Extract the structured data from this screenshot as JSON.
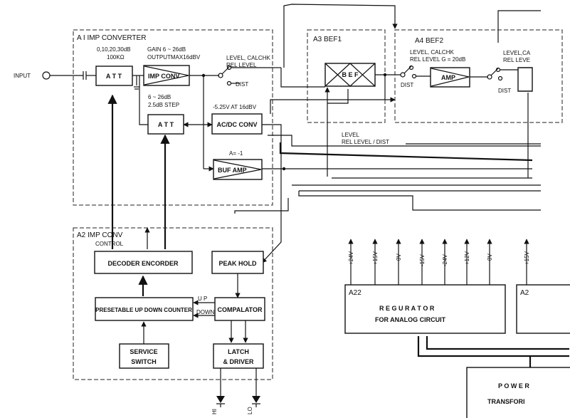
{
  "input": {
    "label": "INPUT"
  },
  "a1": {
    "title": "A I  IMP CONVERTER",
    "att_spec_1": "0,10,20,30dB",
    "att_spec_2": "100KΩ",
    "att_label": "A T T",
    "gain_spec_1": "GAIN 6 ~ 26dB",
    "gain_spec_2": "OUTPUTMAX16dBV",
    "imp_conv_label": "IMP CONV",
    "switch_top_1": "LEVEL, CALCHK",
    "switch_top_2": "REL  LEVEL",
    "switch_bottom": "DIST",
    "att2_spec_1": "6 ~ 26dB",
    "att2_spec_2": "2.5dB  STEP",
    "att2_label": "A T T",
    "acdc_spec": "-5.25V  AT 16dBV",
    "acdc_label": "AC/DC CONV",
    "buf_spec": "A= -1",
    "buf_label": "BUF AMP"
  },
  "a3": {
    "title": "A3  BEF1",
    "bef_label": "B E F",
    "level_line_1": "LEVEL",
    "level_line_2": "REL LEVEL / DIST"
  },
  "a4": {
    "title": "A4  BEF2",
    "switch_top_1": "LEVEL, CALCHK",
    "switch_top_2": "REL  LEVEL   G = 20dB",
    "amp_label": "AMP",
    "switch_bottom": "DIST",
    "right_switch_top_1": "LEVEL,CA",
    "right_switch_top_2": "REL LEVE",
    "right_switch_bottom": "DIST"
  },
  "a2": {
    "title_1": "A2  IMP CONV",
    "title_2": "CONTROL",
    "decoder_label": "DECODER  ENCORDER",
    "peak_hold_label": "PEAK HOLD",
    "counter_label": "PRESETABLE UP DOWN COUNTER",
    "up_label": "U P",
    "down_label": "DOWN",
    "compalator_label": "COMPALATOR",
    "service_label_1": "SERVICE",
    "service_label_2": "SWITCH",
    "latch_label_1": "LATCH",
    "latch_label_2": "& DRIVER",
    "led_hi": "HI",
    "led_lo": "LO"
  },
  "a22": {
    "title": "A22",
    "label_1": "R E G U R A T O R",
    "label_2": "FOR  ANALOG  CIRCUIT",
    "rails": [
      "+24V",
      "+15V",
      "0V",
      "-15V",
      "-24V",
      "+12V",
      "0V"
    ]
  },
  "a2x": {
    "title": "A2",
    "rail": "+15V"
  },
  "power": {
    "label_1": "P O W E R",
    "label_2": "TRANSFORI"
  }
}
